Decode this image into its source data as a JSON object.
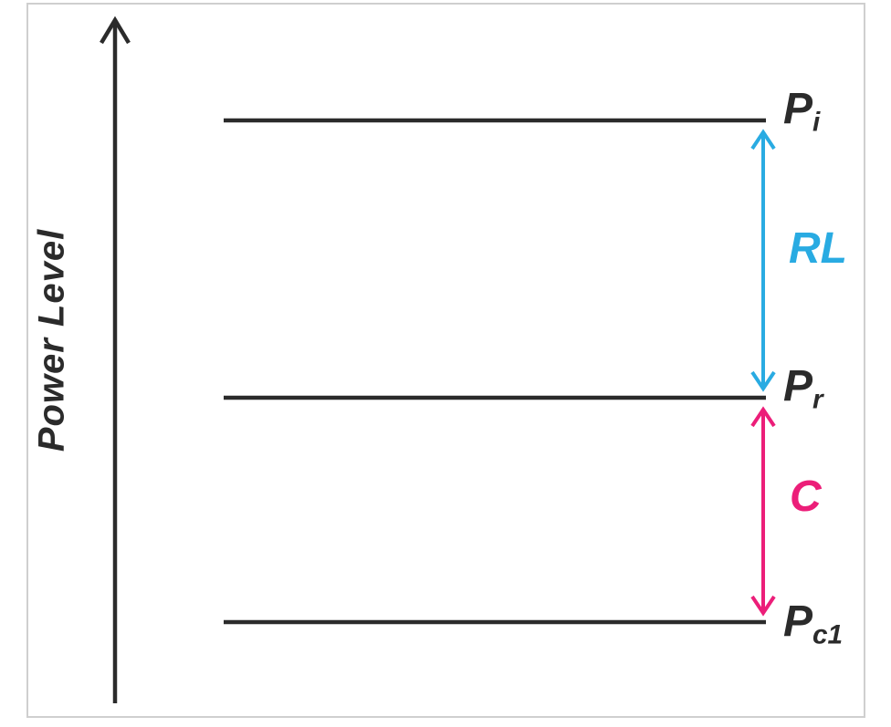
{
  "figure": {
    "y_axis": {
      "label": "Power Level"
    },
    "levels": [
      {
        "base": "P",
        "sub": "i"
      },
      {
        "base": "P",
        "sub": "r"
      },
      {
        "base": "P",
        "sub": "c1"
      }
    ],
    "spans": [
      {
        "label": "RL"
      },
      {
        "label": "C"
      }
    ],
    "colors": {
      "ink": "#2b2b2b",
      "return_loss_cyan": "#29abe2",
      "coupling_magenta": "#ec1e79",
      "frame_border": "#cfcfcf"
    }
  }
}
